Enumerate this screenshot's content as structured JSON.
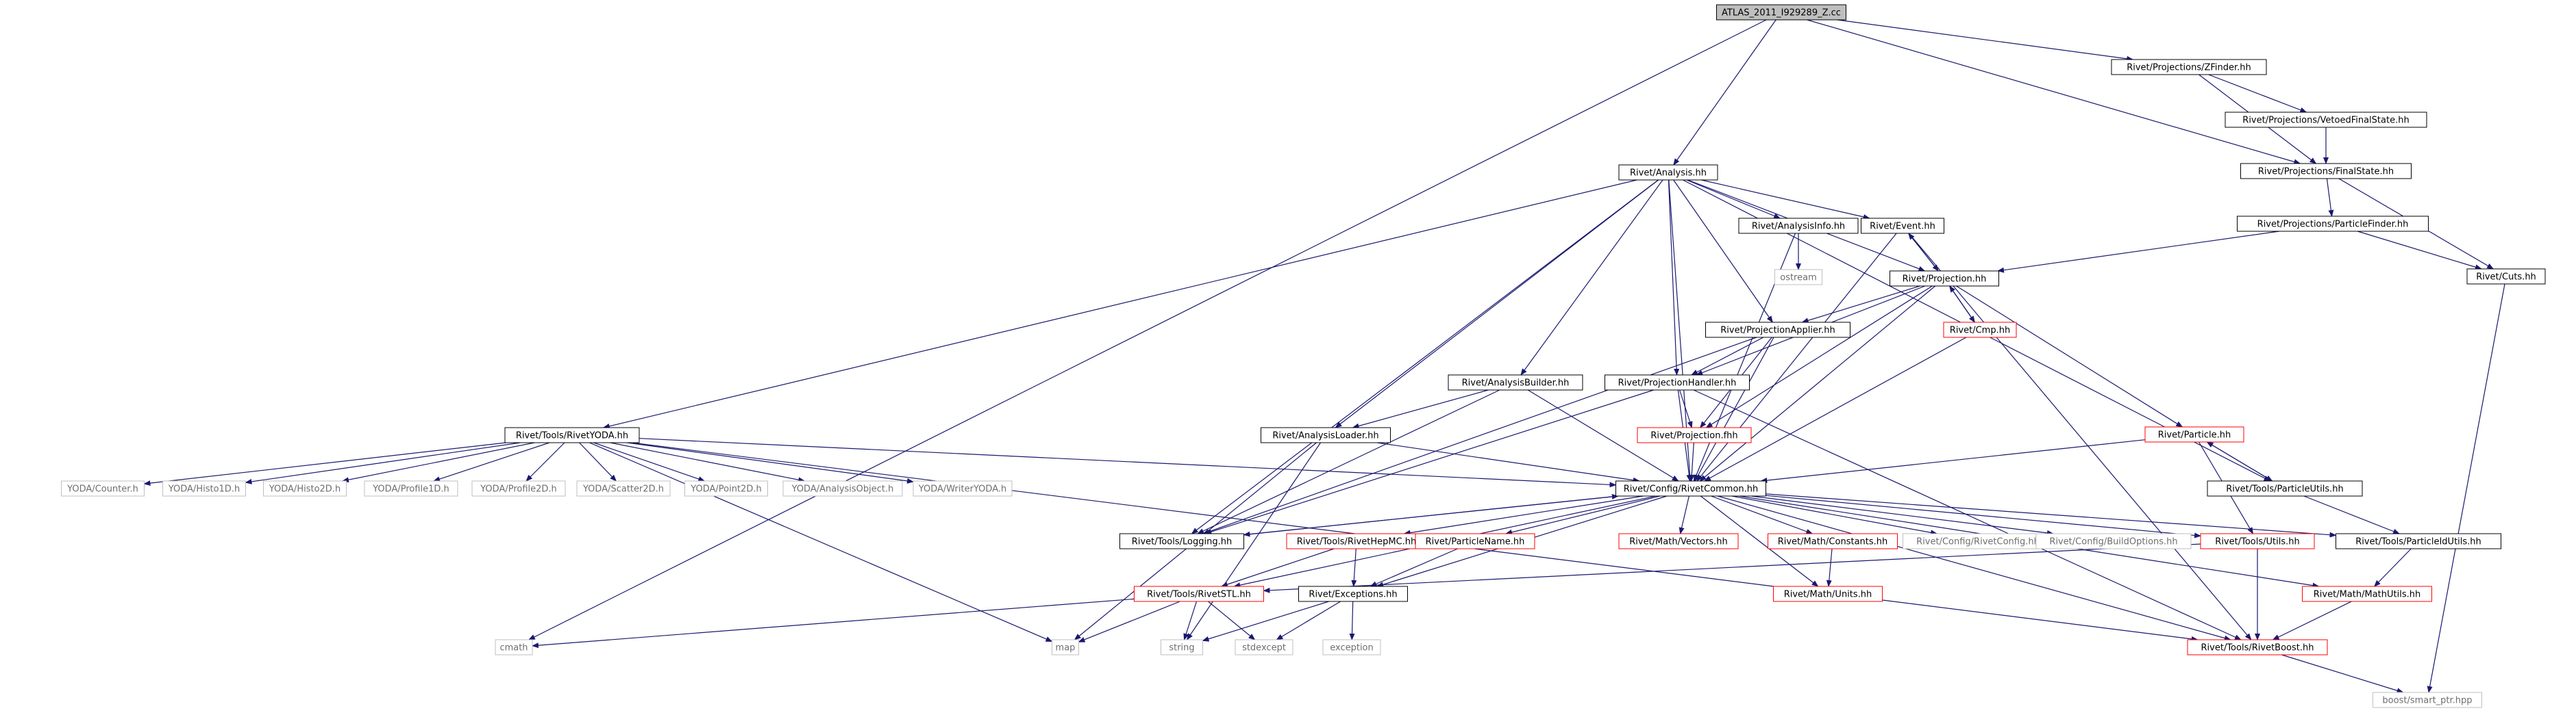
{
  "colors": {
    "edge": "#191970",
    "node_black": "#000000",
    "node_red": "#ff0000",
    "node_gray": "#bfbfbf",
    "root_fill": "#bfbfbf"
  },
  "nodes": [
    {
      "id": "root",
      "label": "ATLAS_2011_I929289_Z.cc",
      "style": "root"
    },
    {
      "id": "zfinder",
      "label": "Rivet/Projections/ZFinder.hh",
      "style": "black"
    },
    {
      "id": "vetoed",
      "label": "Rivet/Projections/VetoedFinalState.hh",
      "style": "black"
    },
    {
      "id": "finalstate",
      "label": "Rivet/Projections/FinalState.hh",
      "style": "black"
    },
    {
      "id": "partfinder",
      "label": "Rivet/Projections/ParticleFinder.hh",
      "style": "black"
    },
    {
      "id": "cuts",
      "label": "Rivet/Cuts.hh",
      "style": "black"
    },
    {
      "id": "analysis",
      "label": "Rivet/Analysis.hh",
      "style": "black"
    },
    {
      "id": "analysisinfo",
      "label": "Rivet/AnalysisInfo.hh",
      "style": "black"
    },
    {
      "id": "event",
      "label": "Rivet/Event.hh",
      "style": "black"
    },
    {
      "id": "ostream",
      "label": "ostream",
      "style": "gray"
    },
    {
      "id": "projection",
      "label": "Rivet/Projection.hh",
      "style": "black"
    },
    {
      "id": "cmp",
      "label": "Rivet/Cmp.hh",
      "style": "red"
    },
    {
      "id": "projapplier",
      "label": "Rivet/ProjectionApplier.hh",
      "style": "black"
    },
    {
      "id": "analysisbuilder",
      "label": "Rivet/AnalysisBuilder.hh",
      "style": "black"
    },
    {
      "id": "projhandler",
      "label": "Rivet/ProjectionHandler.hh",
      "style": "black"
    },
    {
      "id": "particle",
      "label": "Rivet/Particle.hh",
      "style": "red"
    },
    {
      "id": "rivetyoda",
      "label": "Rivet/Tools/RivetYODA.hh",
      "style": "black"
    },
    {
      "id": "analysisloader",
      "label": "Rivet/AnalysisLoader.hh",
      "style": "black"
    },
    {
      "id": "projfhh",
      "label": "Rivet/Projection.fhh",
      "style": "red"
    },
    {
      "id": "particleutils",
      "label": "Rivet/Tools/ParticleUtils.hh",
      "style": "black"
    },
    {
      "id": "yoda_counter",
      "label": "YODA/Counter.h",
      "style": "gray"
    },
    {
      "id": "yoda_histo1d",
      "label": "YODA/Histo1D.h",
      "style": "gray"
    },
    {
      "id": "yoda_histo2d",
      "label": "YODA/Histo2D.h",
      "style": "gray"
    },
    {
      "id": "yoda_profile1d",
      "label": "YODA/Profile1D.h",
      "style": "gray"
    },
    {
      "id": "yoda_profile2d",
      "label": "YODA/Profile2D.h",
      "style": "gray"
    },
    {
      "id": "yoda_scatter2d",
      "label": "YODA/Scatter2D.h",
      "style": "gray"
    },
    {
      "id": "yoda_point2d",
      "label": "YODA/Point2D.h",
      "style": "gray"
    },
    {
      "id": "yoda_anaobj",
      "label": "YODA/AnalysisObject.h",
      "style": "gray"
    },
    {
      "id": "yoda_writer",
      "label": "YODA/WriterYODA.h",
      "style": "gray"
    },
    {
      "id": "rivetcommon",
      "label": "Rivet/Config/RivetCommon.hh",
      "style": "black"
    },
    {
      "id": "logging",
      "label": "Rivet/Tools/Logging.hh",
      "style": "black"
    },
    {
      "id": "rivethepmc",
      "label": "Rivet/Tools/RivetHepMC.hh",
      "style": "red"
    },
    {
      "id": "particlename",
      "label": "Rivet/ParticleName.hh",
      "style": "red"
    },
    {
      "id": "vectors",
      "label": "Rivet/Math/Vectors.hh",
      "style": "red"
    },
    {
      "id": "constants",
      "label": "Rivet/Math/Constants.hh",
      "style": "red"
    },
    {
      "id": "rivetconfig",
      "label": "Rivet/Config/RivetConfig.hh",
      "style": "gray"
    },
    {
      "id": "buildoptions",
      "label": "Rivet/Config/BuildOptions.hh",
      "style": "gray"
    },
    {
      "id": "toolsutils",
      "label": "Rivet/Tools/Utils.hh",
      "style": "red"
    },
    {
      "id": "particleidutils",
      "label": "Rivet/Tools/ParticleIdUtils.hh",
      "style": "black"
    },
    {
      "id": "units",
      "label": "Rivet/Math/Units.hh",
      "style": "red"
    },
    {
      "id": "mathutils",
      "label": "Rivet/Math/MathUtils.hh",
      "style": "red"
    },
    {
      "id": "rivetstl",
      "label": "Rivet/Tools/RivetSTL.hh",
      "style": "red"
    },
    {
      "id": "exceptions",
      "label": "Rivet/Exceptions.hh",
      "style": "black"
    },
    {
      "id": "cmath",
      "label": "cmath",
      "style": "gray"
    },
    {
      "id": "map",
      "label": "map",
      "style": "gray"
    },
    {
      "id": "string",
      "label": "string",
      "style": "gray"
    },
    {
      "id": "stdexcept",
      "label": "stdexcept",
      "style": "gray"
    },
    {
      "id": "exception",
      "label": "exception",
      "style": "gray"
    },
    {
      "id": "rivetboost",
      "label": "Rivet/Tools/RivetBoost.hh",
      "style": "red"
    },
    {
      "id": "smartptr",
      "label": "boost/smart_ptr.hpp",
      "style": "gray"
    }
  ],
  "edges": [
    [
      "root",
      "cmath"
    ],
    [
      "root",
      "analysis"
    ],
    [
      "root",
      "finalstate"
    ],
    [
      "root",
      "zfinder"
    ],
    [
      "zfinder",
      "finalstate"
    ],
    [
      "zfinder",
      "vetoed"
    ],
    [
      "vetoed",
      "finalstate"
    ],
    [
      "finalstate",
      "partfinder"
    ],
    [
      "finalstate",
      "cuts"
    ],
    [
      "partfinder",
      "projection"
    ],
    [
      "partfinder",
      "cuts"
    ],
    [
      "cuts",
      "smartptr"
    ],
    [
      "analysis",
      "rivetyoda"
    ],
    [
      "analysis",
      "logging"
    ],
    [
      "analysis",
      "analysisloader"
    ],
    [
      "analysis",
      "analysisbuilder"
    ],
    [
      "analysis",
      "rivetcommon"
    ],
    [
      "analysis",
      "projhandler"
    ],
    [
      "analysis",
      "projapplier"
    ],
    [
      "analysis",
      "analysisinfo"
    ],
    [
      "analysis",
      "event"
    ],
    [
      "analysis",
      "projection"
    ],
    [
      "analysis",
      "particleutils"
    ],
    [
      "analysisinfo",
      "ostream"
    ],
    [
      "analysisinfo",
      "rivetcommon"
    ],
    [
      "event",
      "projection"
    ],
    [
      "event",
      "rivetcommon"
    ],
    [
      "event",
      "rivetboost"
    ],
    [
      "projection",
      "event"
    ],
    [
      "projection",
      "cmp"
    ],
    [
      "projection",
      "projapplier"
    ],
    [
      "projection",
      "projhandler"
    ],
    [
      "projection",
      "projfhh"
    ],
    [
      "projection",
      "particle"
    ],
    [
      "projection",
      "rivetcommon"
    ],
    [
      "cmp",
      "projection"
    ],
    [
      "cmp",
      "rivetcommon"
    ],
    [
      "projapplier",
      "projhandler"
    ],
    [
      "projapplier",
      "projfhh"
    ],
    [
      "projapplier",
      "logging"
    ],
    [
      "projapplier",
      "rivetcommon"
    ],
    [
      "analysisbuilder",
      "analysisloader"
    ],
    [
      "analysisbuilder",
      "logging"
    ],
    [
      "analysisbuilder",
      "rivetcommon"
    ],
    [
      "projhandler",
      "projfhh"
    ],
    [
      "projhandler",
      "rivetcommon"
    ],
    [
      "projhandler",
      "logging"
    ],
    [
      "projhandler",
      "rivetboost"
    ],
    [
      "projfhh",
      "rivetcommon"
    ],
    [
      "particle",
      "rivetcommon"
    ],
    [
      "particle",
      "particleutils"
    ],
    [
      "particle",
      "toolsutils"
    ],
    [
      "particleutils",
      "particle"
    ],
    [
      "particleutils",
      "particleidutils"
    ],
    [
      "rivetyoda",
      "yoda_counter"
    ],
    [
      "rivetyoda",
      "yoda_histo1d"
    ],
    [
      "rivetyoda",
      "yoda_histo2d"
    ],
    [
      "rivetyoda",
      "yoda_profile1d"
    ],
    [
      "rivetyoda",
      "yoda_profile2d"
    ],
    [
      "rivetyoda",
      "yoda_scatter2d"
    ],
    [
      "rivetyoda",
      "yoda_point2d"
    ],
    [
      "rivetyoda",
      "yoda_anaobj"
    ],
    [
      "rivetyoda",
      "yoda_writer"
    ],
    [
      "rivetyoda",
      "rivetcommon"
    ],
    [
      "rivetyoda",
      "map"
    ],
    [
      "rivetyoda",
      "rivetboost"
    ],
    [
      "analysisloader",
      "rivetcommon"
    ],
    [
      "analysisloader",
      "map"
    ],
    [
      "analysisloader",
      "string"
    ],
    [
      "rivetcommon",
      "logging"
    ],
    [
      "rivetcommon",
      "rivethepmc"
    ],
    [
      "rivetcommon",
      "particlename"
    ],
    [
      "rivetcommon",
      "vectors"
    ],
    [
      "rivetcommon",
      "constants"
    ],
    [
      "rivetcommon",
      "units"
    ],
    [
      "rivetcommon",
      "rivetconfig"
    ],
    [
      "rivetcommon",
      "buildoptions"
    ],
    [
      "rivetcommon",
      "toolsutils"
    ],
    [
      "rivetcommon",
      "particleidutils"
    ],
    [
      "rivetcommon",
      "mathutils"
    ],
    [
      "rivetcommon",
      "rivetstl"
    ],
    [
      "rivetcommon",
      "exceptions"
    ],
    [
      "rivetcommon",
      "rivetboost"
    ],
    [
      "logging",
      "rivetcommon"
    ],
    [
      "rivethepmc",
      "rivetstl"
    ],
    [
      "rivethepmc",
      "exceptions"
    ],
    [
      "particlename",
      "exceptions"
    ],
    [
      "constants",
      "units"
    ],
    [
      "toolsutils",
      "rivetstl"
    ],
    [
      "toolsutils",
      "rivetboost"
    ],
    [
      "particleidutils",
      "mathutils"
    ],
    [
      "mathutils",
      "rivetboost"
    ],
    [
      "rivetstl",
      "cmath"
    ],
    [
      "rivetstl",
      "map"
    ],
    [
      "rivetstl",
      "string"
    ],
    [
      "rivetstl",
      "stdexcept"
    ],
    [
      "exceptions",
      "string"
    ],
    [
      "exceptions",
      "stdexcept"
    ],
    [
      "exceptions",
      "exception"
    ],
    [
      "rivetboost",
      "smartptr"
    ]
  ]
}
